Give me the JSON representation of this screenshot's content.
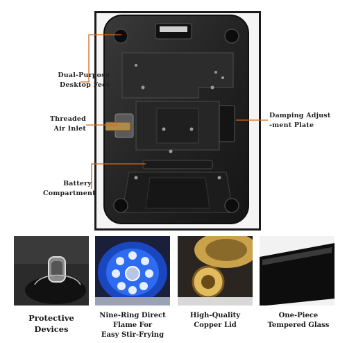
{
  "callouts": {
    "feet": [
      "Dual-Purpose",
      "Desktop Feet"
    ],
    "inlet": [
      "Threaded",
      "Air Inlet"
    ],
    "battery": [
      "Battery",
      "Compartment"
    ],
    "damping": [
      "Damping Adjust",
      "-ment Plate"
    ]
  },
  "features": [
    {
      "lines": [
        "Protective",
        "Devices"
      ]
    },
    {
      "lines": [
        "Nine-Ring Direct",
        "Flame For",
        "Easy Stir-Frying"
      ]
    },
    {
      "lines": [
        "High-Quality",
        "Copper Lid"
      ]
    },
    {
      "lines": [
        "One-Piece",
        "Tempered Glass"
      ]
    }
  ],
  "colors": {
    "callout_line": "#d2691e",
    "frame": "#1a1a1a",
    "body": "#2a2a2a"
  }
}
